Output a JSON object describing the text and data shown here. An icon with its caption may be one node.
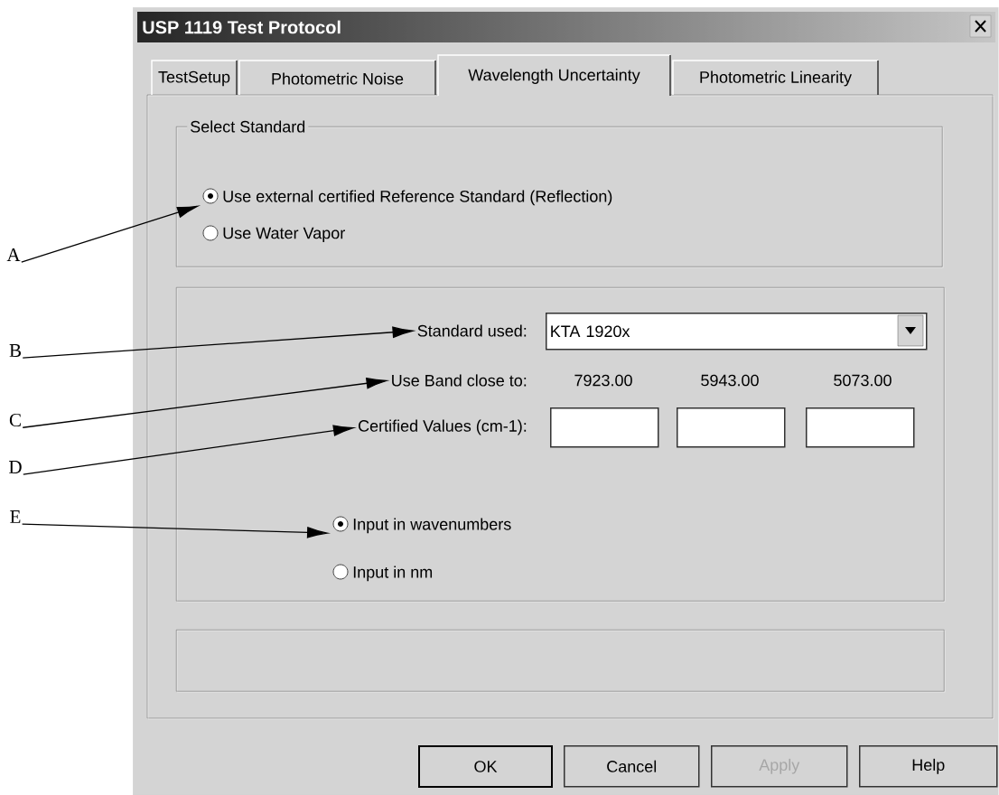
{
  "diagram": {
    "nodes": [
      {
        "text": [
          "USP 1119 Test Protocol"
        ]
      },
      {
        "text": [
          "TestSetup"
        ],
        "in": 0
      },
      {
        "text": [
          "Photometric Noise"
        ],
        "in": 0
      },
      {
        "text": [
          "Wavelength Uncertainty"
        ],
        "in": 0
      },
      {
        "text": [
          "Photometric Linearity"
        ],
        "in": 0
      },
      {
        "text": [
          "Select Standard"
        ],
        "in": 0
      },
      {
        "text": [
          "Use external certified Reference Standard (Reflection)"
        ],
        "in": 5
      },
      {
        "text": [
          "Use Water Vapor"
        ],
        "in": 5
      },
      {
        "text": [],
        "shape": "box",
        "in": 0
      },
      {
        "text": [
          "Standard used:"
        ],
        "in": 8
      },
      {
        "text": [
          "KTA 1920x"
        ],
        "in": 8
      },
      {
        "text": [
          "Use Band close to:"
        ],
        "in": 8
      },
      {
        "text": [
          "Certified Values (cm-1):"
        ],
        "in": 8
      },
      {
        "text": [],
        "shape": "box",
        "in": 8
      },
      {
        "text": [],
        "shape": "box",
        "in": 8
      },
      {
        "text": [],
        "shape": "box",
        "in": 8
      },
      {
        "text": [
          "Input in wavenumbers"
        ],
        "in": 8
      },
      {
        "text": [
          "Input in nm"
        ],
        "in": 8
      },
      {
        "text": [],
        "shape": "box",
        "in": 0
      },
      {
        "text": [
          "OK"
        ],
        "in": 0
      },
      {
        "text": [
          "Cancel"
        ],
        "in": 0
      },
      {
        "text": [
          "Apply"
        ],
        "in": 0
      },
      {
        "text": [
          "Help"
        ],
        "in": 0
      },
      {
        "text": [
          "A"
        ]
      },
      {
        "text": [
          "B"
        ]
      },
      {
        "text": [
          "C"
        ]
      },
      {
        "text": [
          "D"
        ]
      },
      {
        "text": [
          "E"
        ]
      }
    ],
    "edges": [
      {
        "from": 23,
        "to": 6,
        "arrow": "to"
      },
      {
        "from": 24,
        "to": 9,
        "arrow": "to"
      },
      {
        "from": 25,
        "to": 11,
        "arrow": "to"
      },
      {
        "from": 26,
        "to": 12,
        "arrow": "to"
      },
      {
        "from": 27,
        "to": 16,
        "arrow": "to"
      }
    ],
    "labels": [
      "7923.00",
      "5943.00",
      "5073.00"
    ]
  }
}
